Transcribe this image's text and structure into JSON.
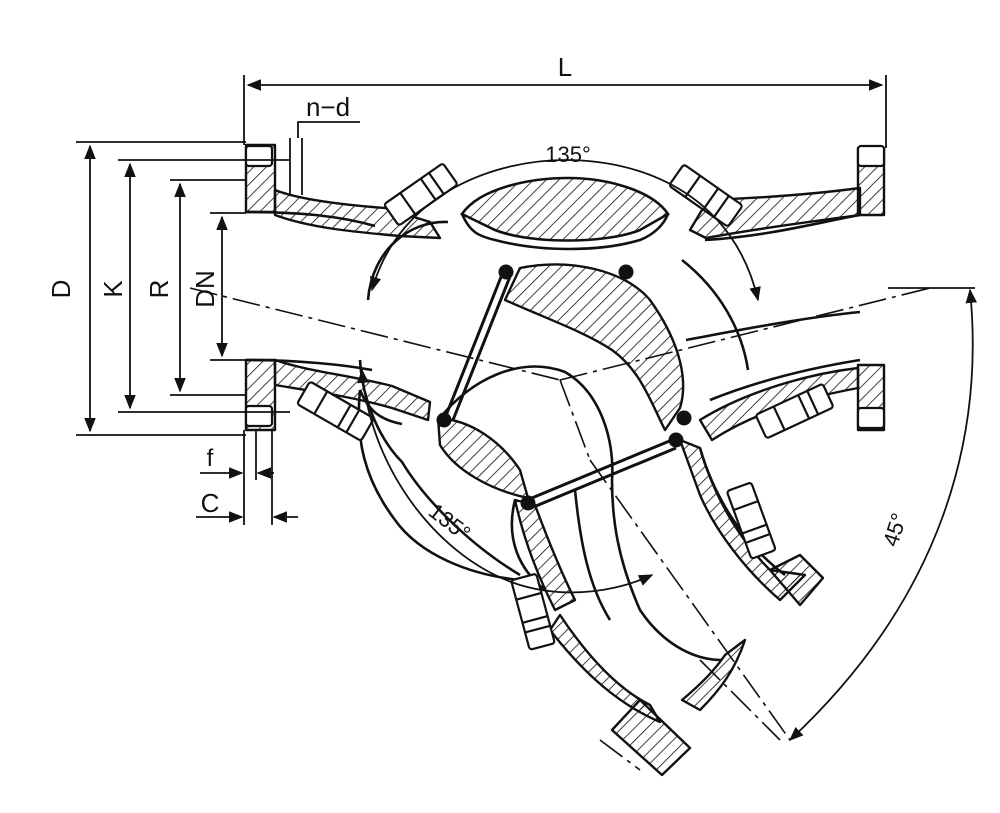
{
  "labels": {
    "length": "L",
    "bolt_holes": "n−d",
    "flange_od": "D",
    "bolt_circle": "K",
    "raised_face": "R",
    "nominal_diameter": "DN",
    "face_height": "f",
    "flange_thickness": "C",
    "angle_top": "135°",
    "angle_bottom": "135°",
    "angle_branch": "45°"
  },
  "colors": {
    "ink": "#111111",
    "background": "#ffffff"
  }
}
